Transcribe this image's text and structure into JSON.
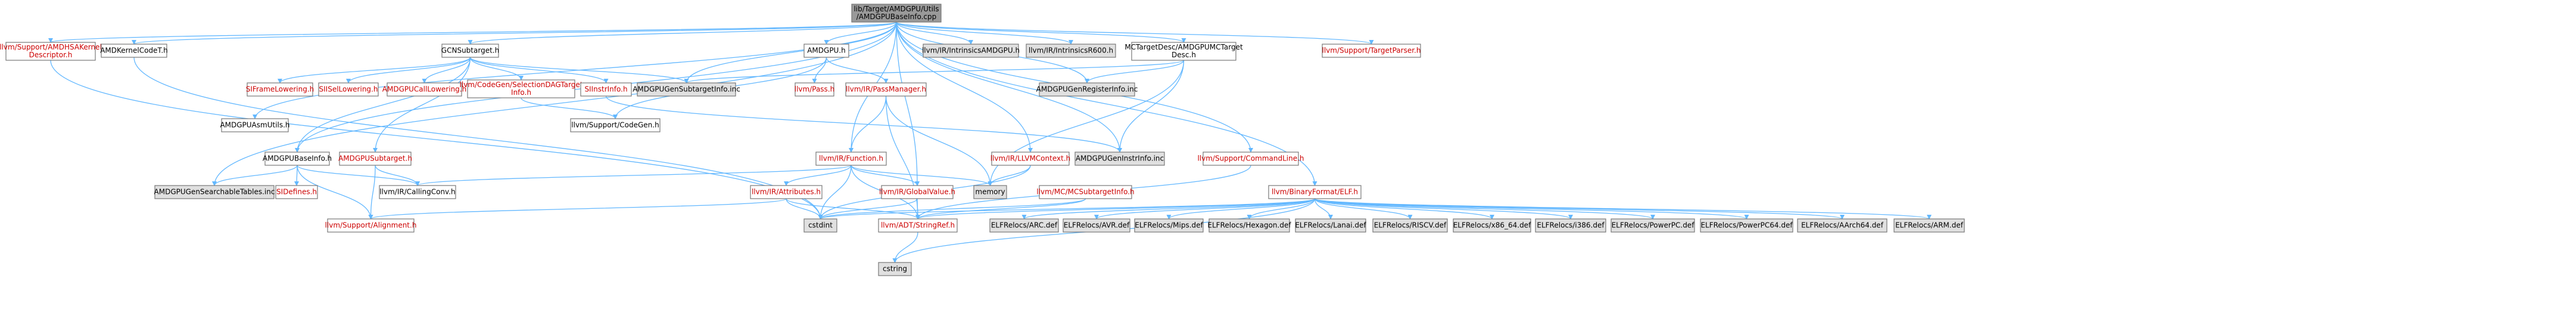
{
  "diagram": {
    "title": "",
    "colors": {
      "root_fill": "#999999",
      "file_fill": "#ffffff",
      "def_fill": "#e0e0e0",
      "red_text": "#cc0000",
      "black_text": "#000000",
      "edge": "#63b8ff"
    },
    "nodes": [
      {
        "id": "root",
        "label": [
          "lib/Target/AMDGPU/Utils",
          "/AMDGPUBaseInfo.cpp"
        ],
        "kind": "root"
      },
      {
        "id": "amdhsa",
        "label": [
          "llvm/Support/AMDHSAKernel",
          "Descriptor.h"
        ],
        "kind": "red"
      },
      {
        "id": "amdkernelcode",
        "label": [
          "AMDKernelCodeT.h"
        ],
        "kind": "black"
      },
      {
        "id": "gcnsubtarget",
        "label": [
          "GCNSubtarget.h"
        ],
        "kind": "black"
      },
      {
        "id": "amdgpu_h",
        "label": [
          "AMDGPU.h"
        ],
        "kind": "black"
      },
      {
        "id": "intrinsics_amdgpu",
        "label": [
          "llvm/IR/IntrinsicsAMDGPU.h"
        ],
        "kind": "gray"
      },
      {
        "id": "intrinsics_r600",
        "label": [
          "llvm/IR/IntrinsicsR600.h"
        ],
        "kind": "gray"
      },
      {
        "id": "mctargetdesc",
        "label": [
          "MCTargetDesc/AMDGPUMCTarget",
          "Desc.h"
        ],
        "kind": "black"
      },
      {
        "id": "targetparser",
        "label": [
          "llvm/Support/TargetParser.h"
        ],
        "kind": "red"
      },
      {
        "id": "siframelowering",
        "label": [
          "SIFrameLowering.h"
        ],
        "kind": "red"
      },
      {
        "id": "siisellowering",
        "label": [
          "SIISelLowering.h"
        ],
        "kind": "red"
      },
      {
        "id": "amdgpucalllowering",
        "label": [
          "AMDGPUCallLowering.h"
        ],
        "kind": "red"
      },
      {
        "id": "selectiondag",
        "label": [
          "llvm/CodeGen/SelectionDAGTarget",
          "Info.h"
        ],
        "kind": "red"
      },
      {
        "id": "siinstrinfo",
        "label": [
          "SIInstrInfo.h"
        ],
        "kind": "red"
      },
      {
        "id": "subtargetinfo_inc",
        "label": [
          "AMDGPUGenSubtargetInfo.inc"
        ],
        "kind": "gray"
      },
      {
        "id": "pass",
        "label": [
          "llvm/Pass.h"
        ],
        "kind": "red"
      },
      {
        "id": "passmanager",
        "label": [
          "llvm/IR/PassManager.h"
        ],
        "kind": "red"
      },
      {
        "id": "registerinfo_inc",
        "label": [
          "AMDGPUGenRegisterInfo.inc"
        ],
        "kind": "gray"
      },
      {
        "id": "codegen",
        "label": [
          "llvm/Support/CodeGen.h"
        ],
        "kind": "black"
      },
      {
        "id": "asmutils",
        "label": [
          "AMDGPUAsmUtils.h"
        ],
        "kind": "black"
      },
      {
        "id": "baseinfo_h",
        "label": [
          "AMDGPUBaseInfo.h"
        ],
        "kind": "black"
      },
      {
        "id": "amdgpusubtarget",
        "label": [
          "AMDGPUSubtarget.h"
        ],
        "kind": "red"
      },
      {
        "id": "function",
        "label": [
          "llvm/IR/Function.h"
        ],
        "kind": "red"
      },
      {
        "id": "llvmcontext",
        "label": [
          "llvm/IR/LLVMContext.h"
        ],
        "kind": "red"
      },
      {
        "id": "instrinfo_inc",
        "label": [
          "AMDGPUGenInstrInfo.inc"
        ],
        "kind": "gray"
      },
      {
        "id": "commandline",
        "label": [
          "llvm/Support/CommandLine.h"
        ],
        "kind": "red"
      },
      {
        "id": "searchable_inc",
        "label": [
          "AMDGPUGenSearchableTables.inc"
        ],
        "kind": "gray"
      },
      {
        "id": "sidefines",
        "label": [
          "SIDefines.h"
        ],
        "kind": "red"
      },
      {
        "id": "callingconv",
        "label": [
          "llvm/IR/CallingConv.h"
        ],
        "kind": "black"
      },
      {
        "id": "memory",
        "label": [
          "memory"
        ],
        "kind": "gray"
      },
      {
        "id": "attributes",
        "label": [
          "llvm/IR/Attributes.h"
        ],
        "kind": "red"
      },
      {
        "id": "globalvalue",
        "label": [
          "llvm/IR/GlobalValue.h"
        ],
        "kind": "red"
      },
      {
        "id": "mcsubtargetinfo",
        "label": [
          "llvm/MC/MCSubtargetInfo.h"
        ],
        "kind": "red"
      },
      {
        "id": "elf",
        "label": [
          "llvm/BinaryFormat/ELF.h"
        ],
        "kind": "red"
      },
      {
        "id": "alignment",
        "label": [
          "llvm/Support/Alignment.h"
        ],
        "kind": "red"
      },
      {
        "id": "cstdint",
        "label": [
          "cstdint"
        ],
        "kind": "gray"
      },
      {
        "id": "stringref",
        "label": [
          "llvm/ADT/StringRef.h"
        ],
        "kind": "red"
      },
      {
        "id": "arc_def",
        "label": [
          "ELFRelocs/ARC.def"
        ],
        "kind": "gray"
      },
      {
        "id": "avr_def",
        "label": [
          "ELFRelocs/AVR.def"
        ],
        "kind": "gray"
      },
      {
        "id": "mips_def",
        "label": [
          "ELFRelocs/Mips.def"
        ],
        "kind": "gray"
      },
      {
        "id": "hexagon_def",
        "label": [
          "ELFRelocs/Hexagon.def"
        ],
        "kind": "gray"
      },
      {
        "id": "lanai_def",
        "label": [
          "ELFRelocs/Lanai.def"
        ],
        "kind": "gray"
      },
      {
        "id": "riscv_def",
        "label": [
          "ELFRelocs/RISCV.def"
        ],
        "kind": "gray"
      },
      {
        "id": "x86_64_def",
        "label": [
          "ELFRelocs/x86_64.def"
        ],
        "kind": "gray"
      },
      {
        "id": "i386_def",
        "label": [
          "ELFRelocs/i386.def"
        ],
        "kind": "gray"
      },
      {
        "id": "powerpc_def",
        "label": [
          "ELFRelocs/PowerPC.def"
        ],
        "kind": "gray"
      },
      {
        "id": "powerpc64_def",
        "label": [
          "ELFRelocs/PowerPC64.def"
        ],
        "kind": "gray"
      },
      {
        "id": "aarch64_def",
        "label": [
          "ELFRelocs/AArch64.def"
        ],
        "kind": "gray"
      },
      {
        "id": "arm_def",
        "label": [
          "ELFRelocs/ARM.def"
        ],
        "kind": "gray"
      },
      {
        "id": "cstring",
        "label": [
          "cstring"
        ],
        "kind": "gray"
      }
    ],
    "edges": [
      [
        "root",
        "amdhsa"
      ],
      [
        "root",
        "amdkernelcode"
      ],
      [
        "root",
        "gcnsubtarget"
      ],
      [
        "root",
        "amdgpu_h"
      ],
      [
        "root",
        "intrinsics_amdgpu"
      ],
      [
        "root",
        "intrinsics_r600"
      ],
      [
        "root",
        "mctargetdesc"
      ],
      [
        "root",
        "targetparser"
      ],
      [
        "root",
        "asmutils"
      ],
      [
        "root",
        "baseinfo_h"
      ],
      [
        "root",
        "searchable_inc"
      ],
      [
        "root",
        "function"
      ],
      [
        "root",
        "llvmcontext"
      ],
      [
        "root",
        "commandline"
      ],
      [
        "root",
        "elf"
      ],
      [
        "root",
        "subtargetinfo_inc"
      ],
      [
        "root",
        "registerinfo_inc"
      ],
      [
        "root",
        "instrinfo_inc"
      ],
      [
        "root",
        "globalvalue"
      ],
      [
        "amdhsa",
        "cstdint"
      ],
      [
        "amdkernelcode",
        "cstdint"
      ],
      [
        "gcnsubtarget",
        "siframelowering"
      ],
      [
        "gcnsubtarget",
        "siisellowering"
      ],
      [
        "gcnsubtarget",
        "amdgpucalllowering"
      ],
      [
        "gcnsubtarget",
        "selectiondag"
      ],
      [
        "gcnsubtarget",
        "siinstrinfo"
      ],
      [
        "gcnsubtarget",
        "subtargetinfo_inc"
      ],
      [
        "gcnsubtarget",
        "amdgpusubtarget"
      ],
      [
        "gcnsubtarget",
        "baseinfo_h"
      ],
      [
        "amdgpu_h",
        "pass"
      ],
      [
        "amdgpu_h",
        "passmanager"
      ],
      [
        "amdgpu_h",
        "codegen"
      ],
      [
        "mctargetdesc",
        "registerinfo_inc"
      ],
      [
        "mctargetdesc",
        "subtargetinfo_inc"
      ],
      [
        "mctargetdesc",
        "instrinfo_inc"
      ],
      [
        "mctargetdesc",
        "memory"
      ],
      [
        "passmanager",
        "function"
      ],
      [
        "passmanager",
        "memory"
      ],
      [
        "passmanager",
        "stringref"
      ],
      [
        "siinstrinfo",
        "instrinfo_inc"
      ],
      [
        "selectiondag",
        "codegen"
      ],
      [
        "baseinfo_h",
        "searchable_inc"
      ],
      [
        "baseinfo_h",
        "sidefines"
      ],
      [
        "baseinfo_h",
        "callingconv"
      ],
      [
        "baseinfo_h",
        "alignment"
      ],
      [
        "amdgpusubtarget",
        "callingconv"
      ],
      [
        "amdgpusubtarget",
        "alignment"
      ],
      [
        "function",
        "callingconv"
      ],
      [
        "function",
        "memory"
      ],
      [
        "function",
        "attributes"
      ],
      [
        "function",
        "globalvalue"
      ],
      [
        "function",
        "cstdint"
      ],
      [
        "function",
        "stringref"
      ],
      [
        "llvmcontext",
        "memory"
      ],
      [
        "llvmcontext",
        "cstdint"
      ],
      [
        "attributes",
        "alignment"
      ],
      [
        "attributes",
        "cstdint"
      ],
      [
        "attributes",
        "stringref"
      ],
      [
        "globalvalue",
        "stringref"
      ],
      [
        "globalvalue",
        "cstdint"
      ],
      [
        "mcsubtargetinfo",
        "stringref"
      ],
      [
        "mcsubtargetinfo",
        "cstdint"
      ],
      [
        "commandline",
        "stringref"
      ],
      [
        "elf",
        "arc_def"
      ],
      [
        "elf",
        "avr_def"
      ],
      [
        "elf",
        "mips_def"
      ],
      [
        "elf",
        "hexagon_def"
      ],
      [
        "elf",
        "lanai_def"
      ],
      [
        "elf",
        "riscv_def"
      ],
      [
        "elf",
        "x86_64_def"
      ],
      [
        "elf",
        "i386_def"
      ],
      [
        "elf",
        "powerpc_def"
      ],
      [
        "elf",
        "powerpc64_def"
      ],
      [
        "elf",
        "aarch64_def"
      ],
      [
        "elf",
        "arm_def"
      ],
      [
        "elf",
        "cstdint"
      ],
      [
        "elf",
        "stringref"
      ],
      [
        "elf",
        "cstring"
      ],
      [
        "stringref",
        "cstring"
      ]
    ]
  }
}
